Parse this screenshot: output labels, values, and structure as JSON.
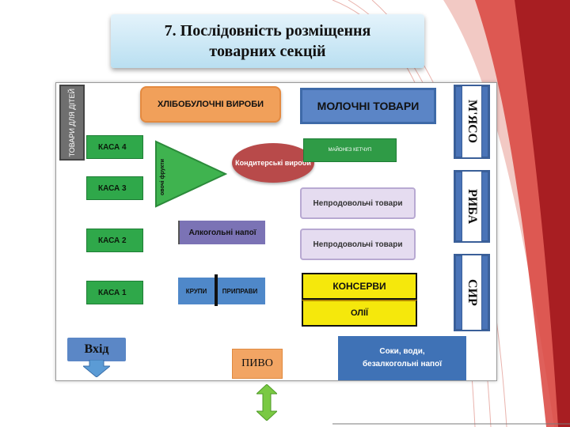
{
  "title": {
    "line1": "7. Послідовність розміщення",
    "line2": "товарних секцій"
  },
  "sections": {
    "gray_vertical": "ТОВАРИ ДЛЯ ДІТЕЙ",
    "bread": "ХЛІБОБУЛОЧНІ ВИРОБИ",
    "dairy": "МОЛОЧНІ ТОВАРИ",
    "meat": "М'ЯСО",
    "fish": "РИБА",
    "cheese": "СИР",
    "kasa4": "КАСА 4",
    "kasa3": "КАСА 3",
    "kasa2": "КАСА 2",
    "kasa1": "КАСА 1",
    "triangle_label": "овочі фрукти",
    "confectionery": "Кондитерські вироби",
    "mayo": "МАЙОНЕЗ КЕТЧУП",
    "nonfood1": "Непродовольчі товари",
    "nonfood2": "Непродовольчі товари",
    "alcohol": "Алкогольні напої",
    "groats": "КРУПИ",
    "spices": "ПРИПРАВИ",
    "canned": "КОНСЕРВИ",
    "oils": "ОЛІЇ",
    "entrance": "Вхід",
    "beer": "ПИВО",
    "juices_line1": "Соки, води,",
    "juices_line2": "безалкогольні напої"
  },
  "colors": {
    "kasa": "#2fa84a",
    "dairy": "#5b85c6",
    "bread": "#f1a05a",
    "canned": "#f5e80c",
    "swoosh": "#c8282a"
  }
}
